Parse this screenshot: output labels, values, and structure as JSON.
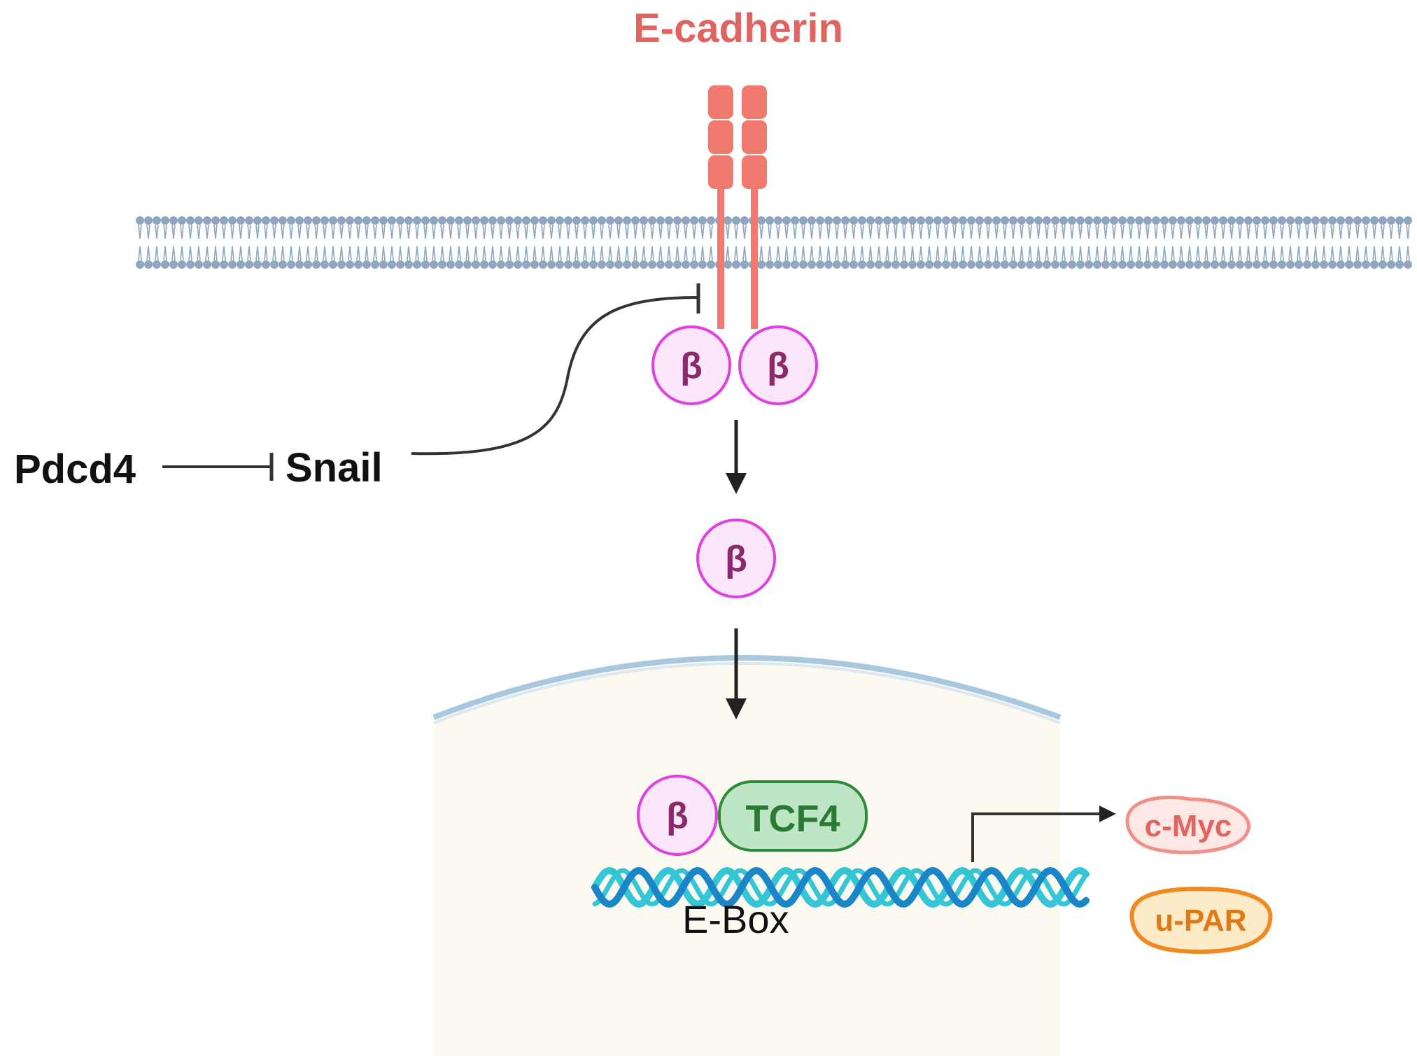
{
  "colors": {
    "ecadherin": "#f07a70",
    "ecadherin_text": "#e0645f",
    "membrane": "#8ea6bf",
    "beta_stroke": "#e040e0",
    "beta_fill": "#fbe6fb",
    "beta_text": "#8a2a6a",
    "tcf4_stroke": "#2e8b3a",
    "tcf4_fill": "#bfe6c4",
    "tcf4_text": "#2a7a34",
    "nucleus_fill": "#fcfaf0",
    "nuclear_envelope": "#a8c8df",
    "dna_dark": "#1a86c8",
    "dna_light": "#35c6d6",
    "cmyc_stroke": "#f0908a",
    "cmyc_fill": "#fde8e6",
    "cmyc_text": "#e0645f",
    "upar_stroke": "#f08a20",
    "upar_fill": "#fdebc8",
    "upar_text": "#e07818",
    "arrow": "#222222",
    "text": "#111111"
  },
  "icons": [
    "e-cadherin-receptor-icon",
    "lipid-bilayer-icon",
    "dna-helix-icon",
    "nuclear-envelope-icon"
  ],
  "labels": {
    "ecadherin": "E-cadherin",
    "pdcd4": "Pdcd4",
    "snail": "Snail",
    "beta": "β",
    "tcf4": "TCF4",
    "ebox": "E-Box",
    "cmyc": "c-Myc",
    "upar": "u-PAR"
  }
}
